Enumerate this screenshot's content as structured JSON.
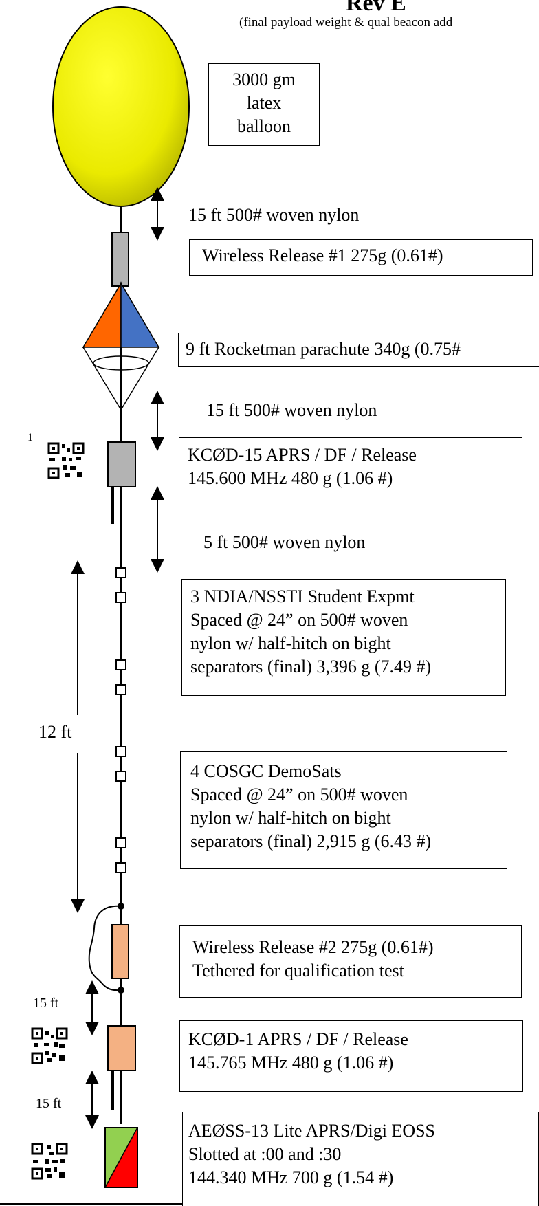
{
  "header": {
    "title": "Rev E",
    "subtitle": "(final payload weight & qual beacon add"
  },
  "balloon": {
    "label_lines": [
      "3000 gm",
      "latex",
      "balloon"
    ],
    "color": "#f0f000"
  },
  "tethers": {
    "t1": "15 ft 500# woven nylon",
    "t2": "15 ft 500# woven nylon",
    "t3": "5 ft 500# woven nylon",
    "span_12": "12 ft",
    "span_15a": "15 ft",
    "span_15b": "15 ft"
  },
  "boxes": {
    "release1": [
      "Wireless Release #1 275g (0.61#)"
    ],
    "parachute": [
      "9 ft Rocketman parachute 340g (0.75#"
    ],
    "kc15": [
      "KCØD-15 APRS / DF / Release",
      "145.600 MHz  480 g (1.06 #)"
    ],
    "ndia": [
      "3 NDIA/NSSTI Student Expmt",
      "Spaced @ 24” on 500# woven",
      "nylon w/ half-hitch on bight",
      "separators (final) 3,396 g (7.49 #)"
    ],
    "cosgc": [
      "4 COSGC DemoSats",
      "Spaced @ 24” on 500# woven",
      "nylon w/ half-hitch on bight",
      "separators (final) 2,915 g (6.43 #)"
    ],
    "release2": [
      "Wireless Release #2 275g (0.61#)",
      "Tethered for qualification test"
    ],
    "kc1": [
      "KCØD-1 APRS / DF / Release",
      "145.765 MHz  480 g (1.06 #)"
    ],
    "aeoss": [
      "AEØSS-13 Lite APRS/Digi EOSS",
      "Slotted at :00 and :30",
      "144.340 MHz   700 g (1.54 #)"
    ]
  },
  "footnote": "1",
  "colors": {
    "gray_payload": "#b3b3b3",
    "parachute_orange": "#ff6600",
    "parachute_blue": "#4472c4",
    "salmon_payload": "#f4b183",
    "beacon_green": "#92d050",
    "beacon_red": "#ff0000"
  }
}
